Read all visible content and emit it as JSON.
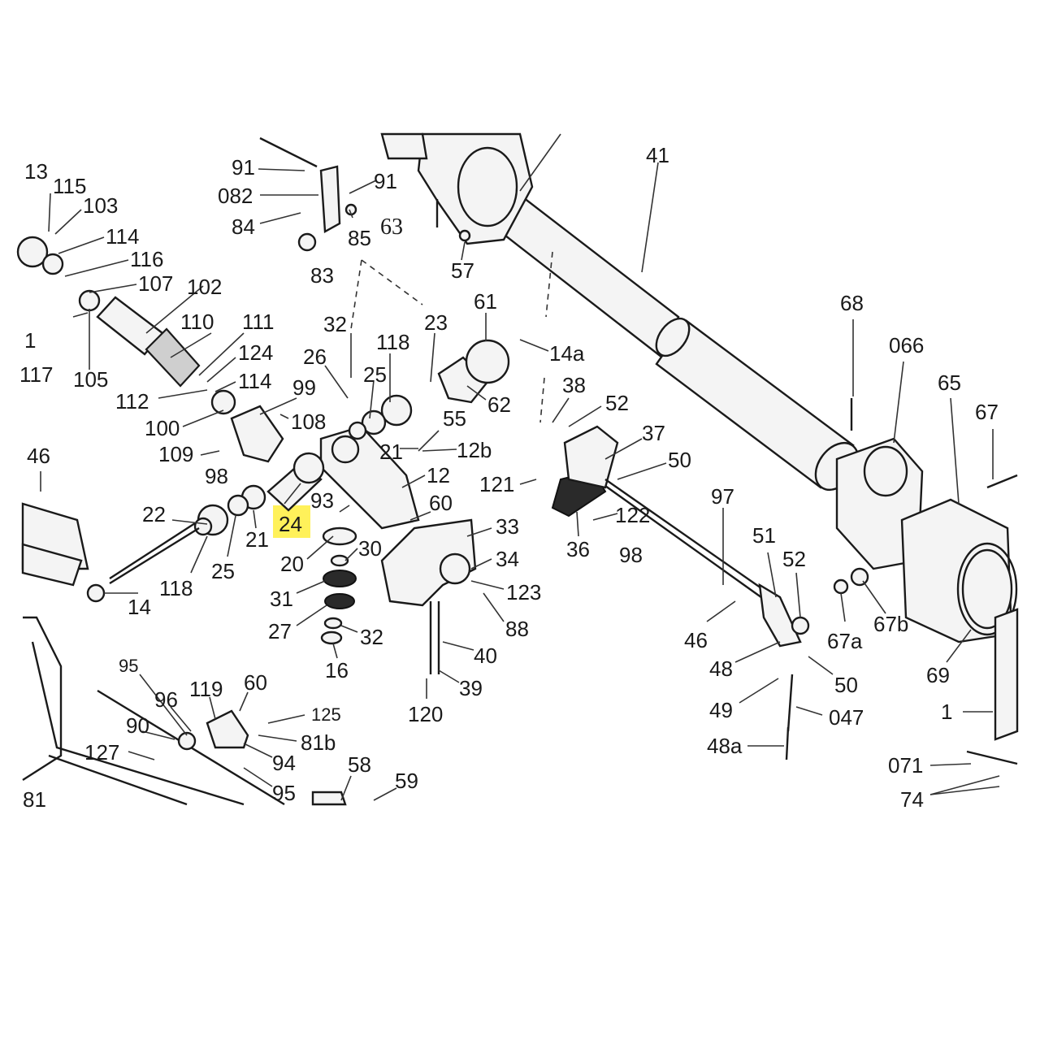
{
  "diagram": {
    "highlight_color": "#fff15a",
    "labels": [
      {
        "id": "l13",
        "text": "13"
      },
      {
        "id": "l115",
        "text": "115"
      },
      {
        "id": "l103",
        "text": "103"
      },
      {
        "id": "l114a",
        "text": "114"
      },
      {
        "id": "l116",
        "text": "116"
      },
      {
        "id": "l107",
        "text": "107"
      },
      {
        "id": "l102",
        "text": "102"
      },
      {
        "id": "l1a",
        "text": "1"
      },
      {
        "id": "l117",
        "text": "117"
      },
      {
        "id": "l105",
        "text": "105"
      },
      {
        "id": "l110",
        "text": "110"
      },
      {
        "id": "l111",
        "text": "111"
      },
      {
        "id": "l124",
        "text": "124"
      },
      {
        "id": "l114b",
        "text": "114"
      },
      {
        "id": "l112",
        "text": "112"
      },
      {
        "id": "l100",
        "text": "100"
      },
      {
        "id": "l99",
        "text": "99"
      },
      {
        "id": "l108",
        "text": "108"
      },
      {
        "id": "l109",
        "text": "109"
      },
      {
        "id": "l98a",
        "text": "98"
      },
      {
        "id": "l46a",
        "text": "46"
      },
      {
        "id": "l91a",
        "text": "91"
      },
      {
        "id": "l082",
        "text": "082"
      },
      {
        "id": "l84",
        "text": "84"
      },
      {
        "id": "l91b",
        "text": "91"
      },
      {
        "id": "l63",
        "text": "63"
      },
      {
        "id": "l85",
        "text": "85"
      },
      {
        "id": "l83",
        "text": "83"
      },
      {
        "id": "l57",
        "text": "57"
      },
      {
        "id": "l41",
        "text": "41"
      },
      {
        "id": "l32a",
        "text": "32"
      },
      {
        "id": "l26",
        "text": "26"
      },
      {
        "id": "l118a",
        "text": "118"
      },
      {
        "id": "l25a",
        "text": "25"
      },
      {
        "id": "l23",
        "text": "23"
      },
      {
        "id": "l61",
        "text": "61"
      },
      {
        "id": "l14a",
        "text": "14a"
      },
      {
        "id": "l62",
        "text": "62"
      },
      {
        "id": "l55",
        "text": "55"
      },
      {
        "id": "l21a",
        "text": "21"
      },
      {
        "id": "l12b",
        "text": "12b"
      },
      {
        "id": "l12",
        "text": "12"
      },
      {
        "id": "l38",
        "text": "38"
      },
      {
        "id": "l52a",
        "text": "52"
      },
      {
        "id": "l37",
        "text": "37"
      },
      {
        "id": "l50a",
        "text": "50"
      },
      {
        "id": "l121",
        "text": "121"
      },
      {
        "id": "l122",
        "text": "122"
      },
      {
        "id": "l36",
        "text": "36"
      },
      {
        "id": "l98b",
        "text": "98"
      },
      {
        "id": "l68",
        "text": "68"
      },
      {
        "id": "l066",
        "text": "066"
      },
      {
        "id": "l65",
        "text": "65"
      },
      {
        "id": "l67",
        "text": "67"
      },
      {
        "id": "l22",
        "text": "22"
      },
      {
        "id": "l24",
        "text": "24"
      },
      {
        "id": "l93",
        "text": "93"
      },
      {
        "id": "l60a",
        "text": "60"
      },
      {
        "id": "l33",
        "text": "33"
      },
      {
        "id": "l21b",
        "text": "21"
      },
      {
        "id": "l20",
        "text": "20"
      },
      {
        "id": "l30",
        "text": "30"
      },
      {
        "id": "l34",
        "text": "34"
      },
      {
        "id": "l118b",
        "text": "118"
      },
      {
        "id": "l25b",
        "text": "25"
      },
      {
        "id": "l14",
        "text": "14"
      },
      {
        "id": "l31",
        "text": "31"
      },
      {
        "id": "l123",
        "text": "123"
      },
      {
        "id": "l27",
        "text": "27"
      },
      {
        "id": "l32b",
        "text": "32"
      },
      {
        "id": "l88",
        "text": "88"
      },
      {
        "id": "l16",
        "text": "16"
      },
      {
        "id": "l40",
        "text": "40"
      },
      {
        "id": "l39",
        "text": "39"
      },
      {
        "id": "l120",
        "text": "120"
      },
      {
        "id": "l97",
        "text": "97"
      },
      {
        "id": "l51",
        "text": "51"
      },
      {
        "id": "l52b",
        "text": "52"
      },
      {
        "id": "l67a",
        "text": "67a"
      },
      {
        "id": "l67b",
        "text": "67b"
      },
      {
        "id": "l46b",
        "text": "46"
      },
      {
        "id": "l48",
        "text": "48"
      },
      {
        "id": "l50b",
        "text": "50"
      },
      {
        "id": "l69",
        "text": "69"
      },
      {
        "id": "l49",
        "text": "49"
      },
      {
        "id": "l047",
        "text": "047"
      },
      {
        "id": "l1b",
        "text": "1"
      },
      {
        "id": "l48a",
        "text": "48a"
      },
      {
        "id": "l071",
        "text": "071"
      },
      {
        "id": "l74",
        "text": "74"
      },
      {
        "id": "l95a",
        "text": "95"
      },
      {
        "id": "l96",
        "text": "96"
      },
      {
        "id": "l119",
        "text": "119"
      },
      {
        "id": "l60b",
        "text": "60"
      },
      {
        "id": "l125",
        "text": "125"
      },
      {
        "id": "l90",
        "text": "90"
      },
      {
        "id": "l81b",
        "text": "81b"
      },
      {
        "id": "l127",
        "text": "127"
      },
      {
        "id": "l94",
        "text": "94"
      },
      {
        "id": "l58",
        "text": "58"
      },
      {
        "id": "l59",
        "text": "59"
      },
      {
        "id": "l95b",
        "text": "95"
      },
      {
        "id": "l81",
        "text": "81"
      }
    ]
  }
}
